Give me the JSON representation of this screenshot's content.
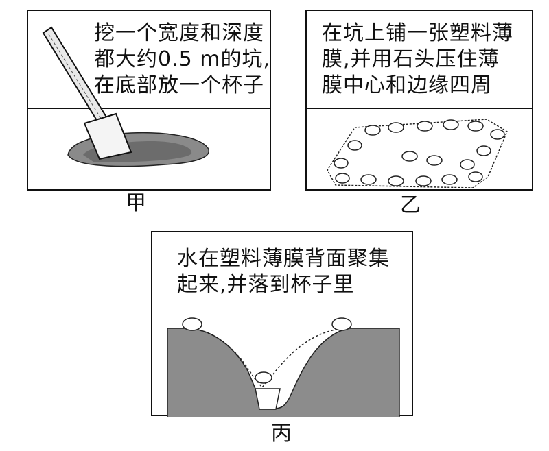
{
  "panel_a": {
    "lines": [
      "挖一个宽度和深度",
      "都大约0.5 m的坑,",
      "在底部放一个杯子"
    ],
    "caption": "甲"
  },
  "panel_b": {
    "lines": [
      "在坑上铺一张塑料薄",
      "膜,并用石头压住薄",
      "膜中心和边缘四周"
    ],
    "caption": "乙"
  },
  "panel_c": {
    "lines": [
      "水在塑料薄膜背面聚集",
      "起来,并落到杯子里"
    ],
    "caption": "丙"
  }
}
